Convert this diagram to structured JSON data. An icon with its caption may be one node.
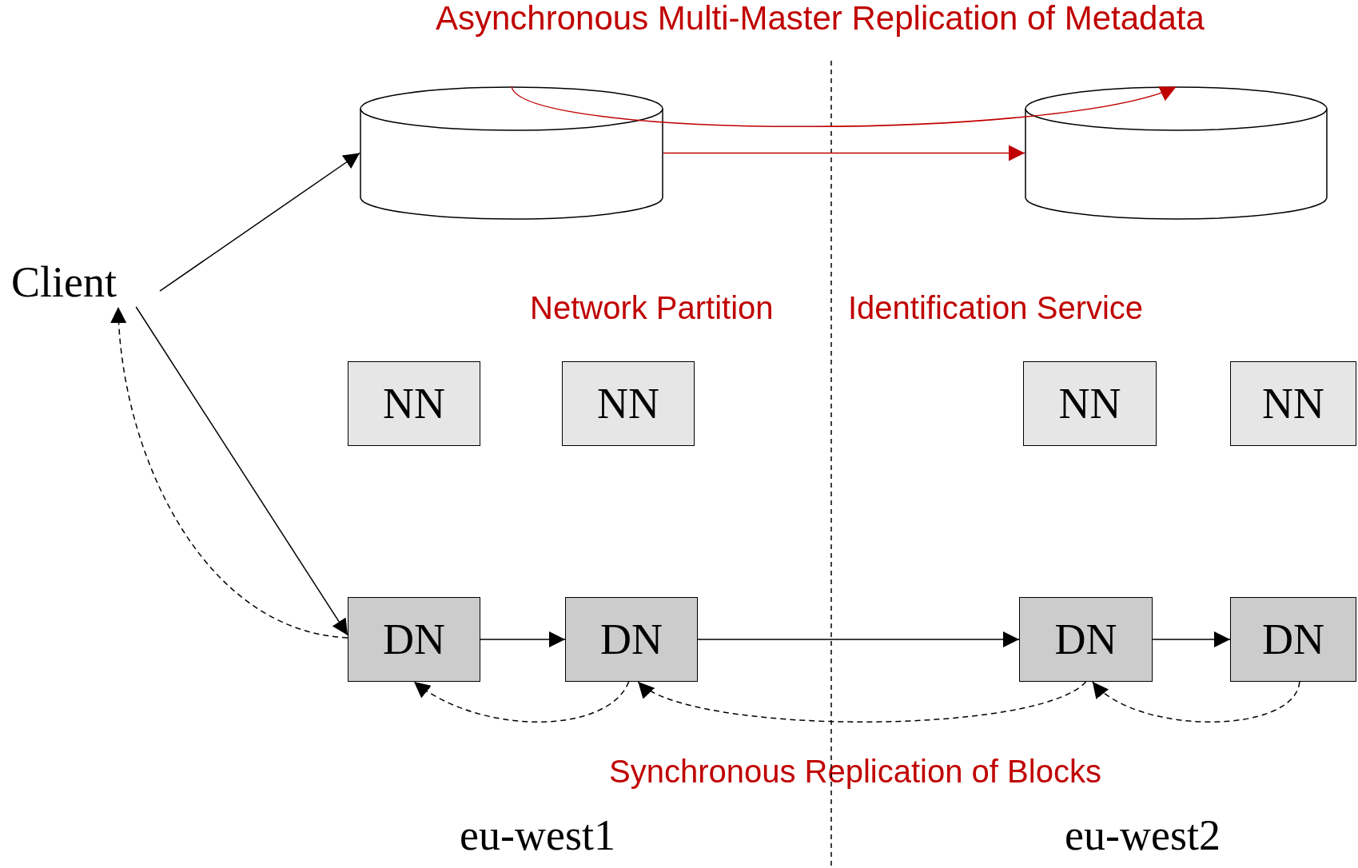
{
  "diagram": {
    "title": "Asynchronous Multi-Master Replication of Metadata",
    "nodes": [
      {
        "text": [
          "Client"
        ]
      },
      {
        "text": [],
        "shape": "cylinder"
      },
      {
        "text": [],
        "shape": "cylinder"
      },
      {
        "text": [
          "NN"
        ]
      },
      {
        "text": [
          "NN"
        ]
      },
      {
        "text": [
          "NN"
        ]
      },
      {
        "text": [
          "NN"
        ]
      },
      {
        "text": [
          "DN"
        ]
      },
      {
        "text": [
          "DN"
        ]
      },
      {
        "text": [
          "DN"
        ]
      },
      {
        "text": [
          "DN"
        ]
      }
    ],
    "edges": [
      {
        "from": 0,
        "to": 1,
        "arrow": "to"
      },
      {
        "from": 0,
        "to": 7,
        "arrow": "to"
      },
      {
        "from": 7,
        "to": 0,
        "arrow": "to",
        "style": "dashed"
      },
      {
        "from": 7,
        "to": 8,
        "arrow": "to"
      },
      {
        "from": 8,
        "to": 9,
        "arrow": "to"
      },
      {
        "from": 9,
        "to": 10,
        "arrow": "to"
      },
      {
        "from": 8,
        "to": 7,
        "arrow": "to",
        "style": "dashed"
      },
      {
        "from": 9,
        "to": 8,
        "arrow": "to",
        "style": "dashed"
      },
      {
        "from": 10,
        "to": 9,
        "arrow": "to",
        "style": "dashed"
      },
      {
        "from": 1,
        "to": 2,
        "arrow": "to",
        "color": "#c00000"
      },
      {
        "from": 1,
        "to": 2,
        "arrow": "to",
        "color": "#c00000"
      }
    ],
    "labels": [
      "Network Partition",
      "Identification Service",
      "Synchronous Replication of Blocks",
      "eu-west1",
      "eu-west2"
    ]
  }
}
